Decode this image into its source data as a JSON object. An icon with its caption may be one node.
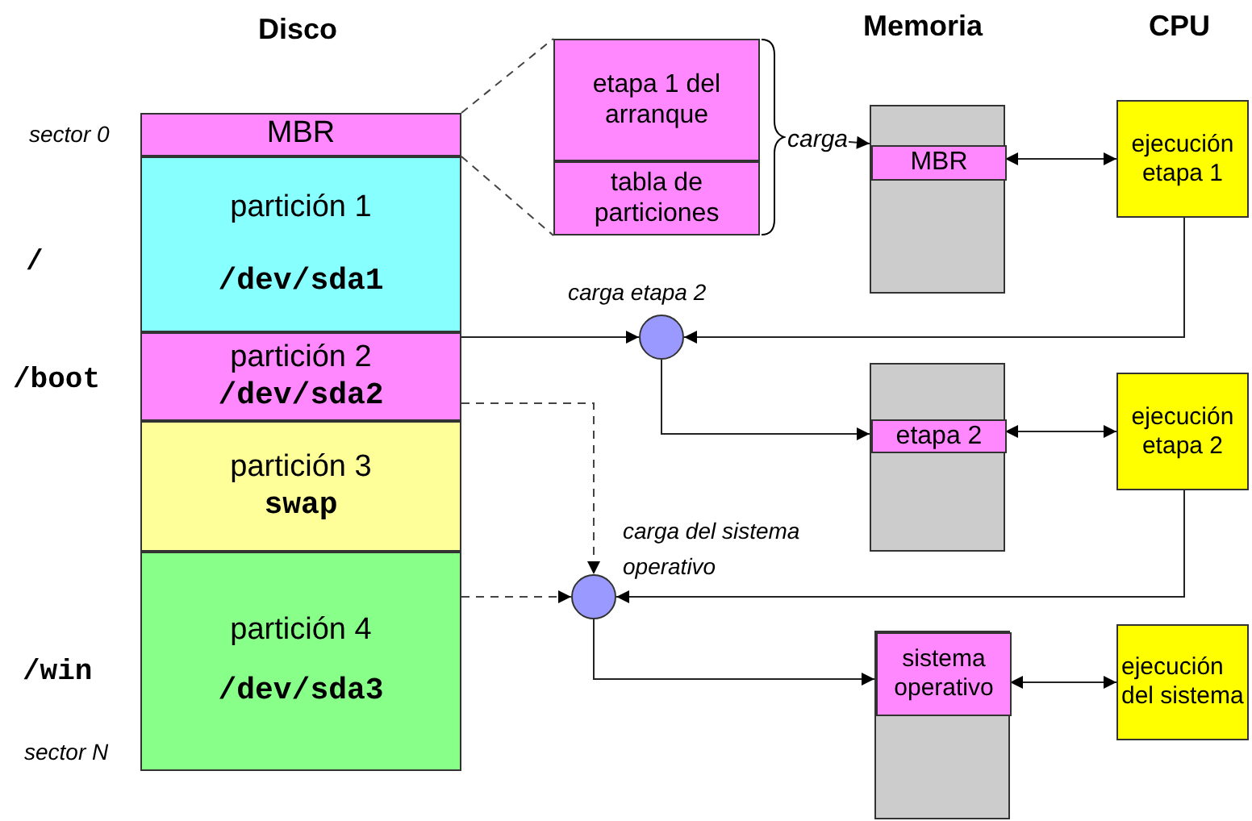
{
  "diagram": {
    "nodes": [
      {
        "text": [
          "MBR"
        ]
      },
      {
        "text": [
          "partición 1",
          "/dev/sda1"
        ]
      },
      {
        "text": [
          "partición 2",
          "/dev/sda2"
        ]
      },
      {
        "text": [
          "partición 3",
          "swap"
        ]
      },
      {
        "text": [
          "partición 4",
          "/dev/sda3"
        ]
      },
      {
        "text": [
          "etapa 1 del arranque"
        ]
      },
      {
        "text": [
          "tabla de particiones"
        ]
      },
      {
        "text": [],
        "shape": "box"
      },
      {
        "text": [
          "MBR"
        ],
        "in": 7
      },
      {
        "text": [
          "ejecución etapa 1"
        ]
      },
      {
        "text": [],
        "shape": "circle",
        "beside": [
          "carga etapa 2"
        ]
      },
      {
        "text": [],
        "shape": "box"
      },
      {
        "text": [
          "etapa 2"
        ],
        "in": 11
      },
      {
        "text": [
          "ejecución etapa 2"
        ]
      },
      {
        "text": [],
        "shape": "circle",
        "beside": [
          "carga del sistema operativo"
        ]
      },
      {
        "text": [],
        "shape": "box"
      },
      {
        "text": [
          "sistema operativo"
        ],
        "in": 15
      },
      {
        "text": [
          "ejecución del sistema"
        ]
      },
      {
        "text": [],
        "shape": "brace"
      }
    ],
    "edges": [
      {
        "from": 0,
        "to": 5,
        "arrow": "none",
        "style": "dashed"
      },
      {
        "from": 0,
        "to": 6,
        "arrow": "none",
        "style": "dashed"
      },
      {
        "from": 18,
        "to": 8,
        "arrow": "to",
        "label": "carga"
      },
      {
        "from": 8,
        "to": 9,
        "arrow": "both"
      },
      {
        "from": 9,
        "to": 10,
        "arrow": "to"
      },
      {
        "from": 2,
        "to": 10,
        "arrow": "to"
      },
      {
        "from": 10,
        "to": 12,
        "arrow": "to"
      },
      {
        "from": 12,
        "to": 13,
        "arrow": "both"
      },
      {
        "from": 13,
        "to": 14,
        "arrow": "to"
      },
      {
        "from": 2,
        "to": 14,
        "arrow": "to",
        "style": "dashed"
      },
      {
        "from": 4,
        "to": 14,
        "arrow": "to",
        "style": "dashed"
      },
      {
        "from": 14,
        "to": 16,
        "arrow": "to"
      },
      {
        "from": 16,
        "to": 17,
        "arrow": "both"
      }
    ],
    "labels": [
      "Disco",
      "Memoria",
      "CPU",
      "sector 0",
      "/",
      "/boot",
      "/win",
      "sector N"
    ]
  }
}
